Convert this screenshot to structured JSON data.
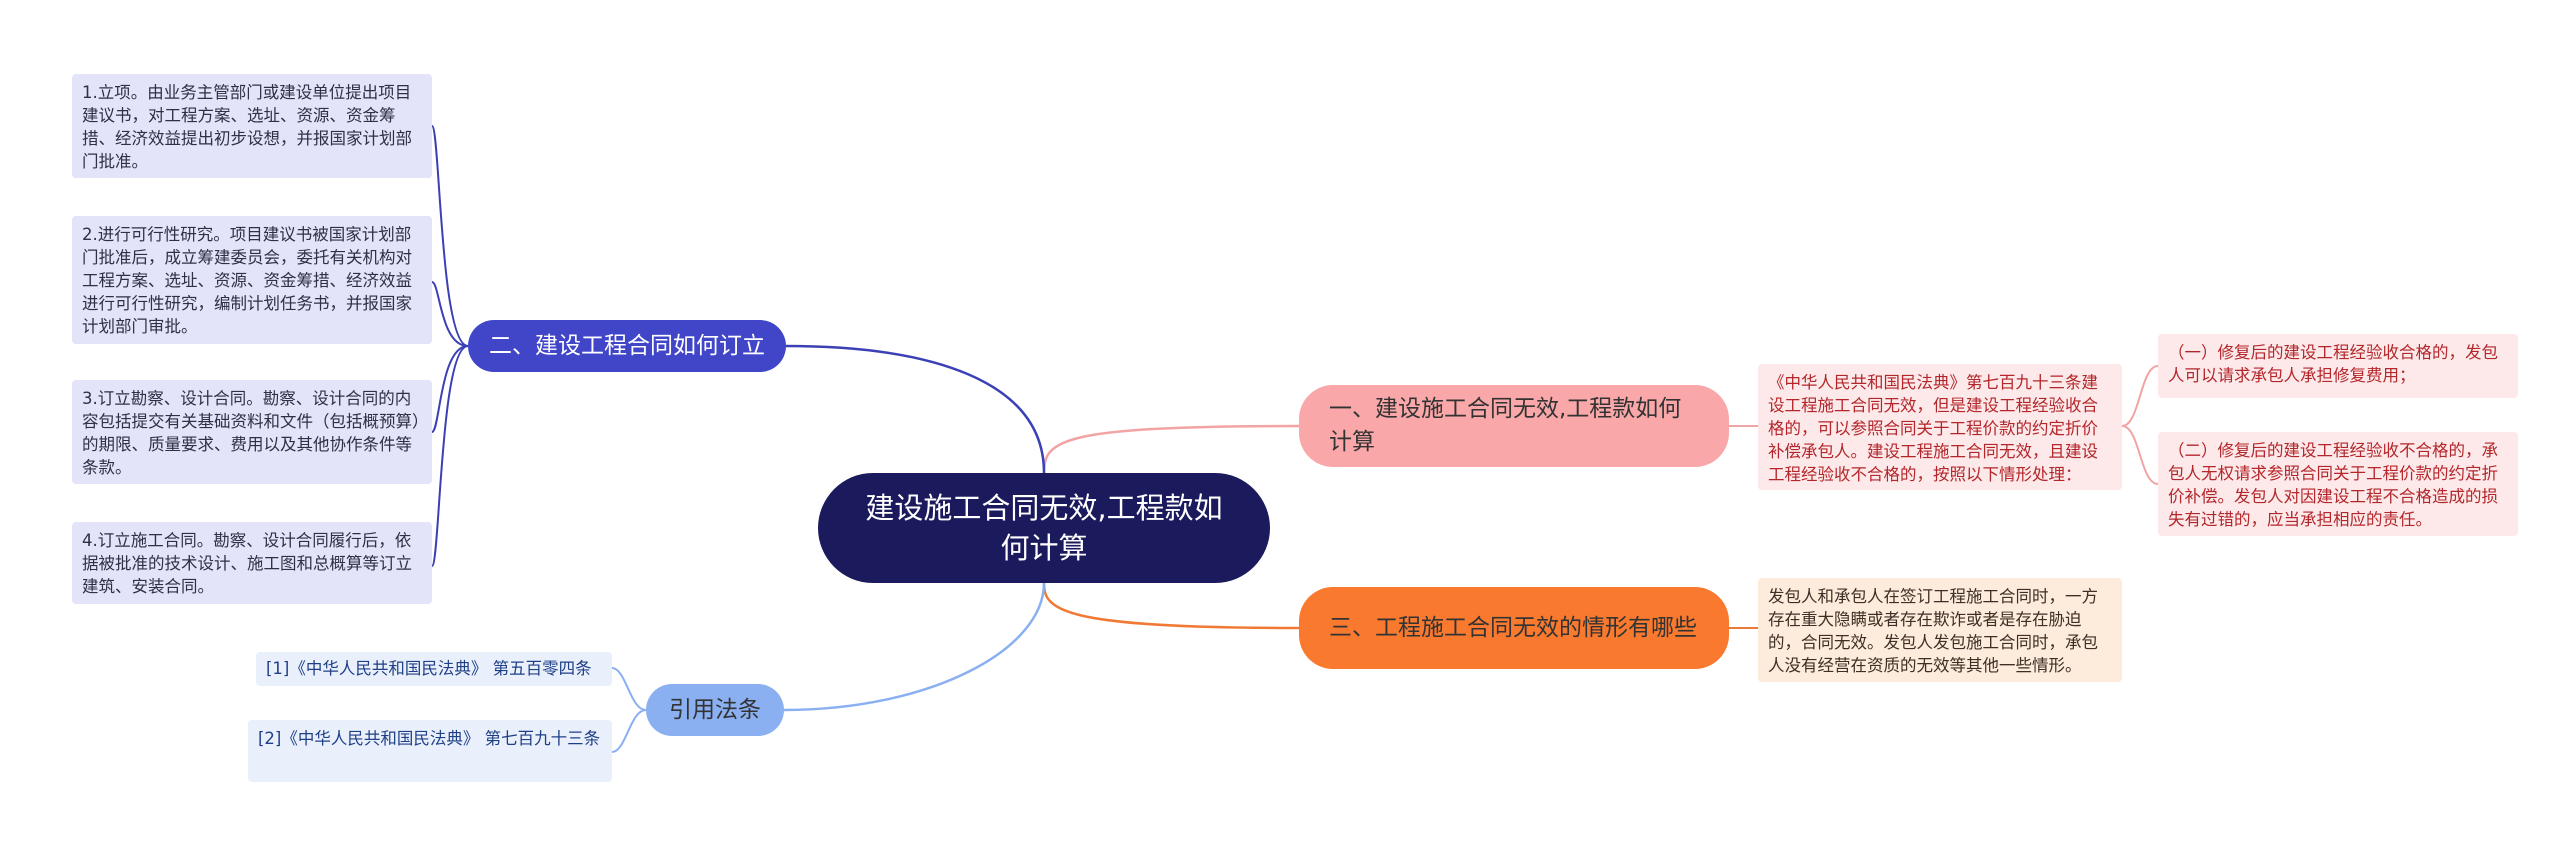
{
  "root": {
    "title": "建设施工合同无效,工程款如何计算"
  },
  "branches": {
    "calc": {
      "title": "一、建设施工合同无效,工程款如何计算",
      "summary": "《中华人民共和国民法典》第七百九十三条建设工程施工合同无效，但是建设工程经验收合格的，可以参照合同关于工程价款的约定折价补偿承包人。建设工程施工合同无效，且建设工程经验收不合格的，按照以下情形处理：",
      "details": [
        "（一）修复后的建设工程经验收合格的，发包人可以请求承包人承担修复费用；",
        "（二）修复后的建设工程经验收不合格的，承包人无权请求参照合同关于工程价款的约定折价补偿。发包人对因建设工程不合格造成的损失有过错的，应当承担相应的责任。"
      ]
    },
    "sign": {
      "title": "二、建设工程合同如何订立",
      "steps": [
        "1.立项。由业务主管部门或建设单位提出项目建议书，对工程方案、选址、资源、资金筹措、经济效益提出初步设想，并报国家计划部门批准。",
        "2.进行可行性研究。项目建议书被国家计划部门批准后，成立筹建委员会，委托有关机构对工程方案、选址、资源、资金筹措、经济效益进行可行性研究，编制计划任务书，并报国家计划部门审批。",
        "3.订立勘察、设计合同。勘察、设计合同的内容包括提交有关基础资料和文件（包括概预算）的期限、质量要求、费用以及其他协作条件等条款。",
        "4.订立施工合同。勘察、设计合同履行后，依据被批准的技术设计、施工图和总概算等订立建筑、安装合同。"
      ]
    },
    "invalid": {
      "title": "三、工程施工合同无效的情形有哪些",
      "detail": "发包人和承包人在签订工程施工合同时，一方存在重大隐瞒或者存在欺诈或者是存在胁迫的，合同无效。发包人发包施工合同时，承包人没有经营在资质的无效等其他一些情形。"
    },
    "laws": {
      "title": "引用法条",
      "items": [
        "[1]《中华人民共和国民法典》 第五百零四条",
        "[2]《中华人民共和国民法典》 第七百九十三条"
      ]
    }
  },
  "colors": {
    "root": "#1b1a5c",
    "calc": "#f9a7a8",
    "sign": "#4146c9",
    "invalid": "#f97a2f",
    "laws": "#8ab0f2"
  }
}
